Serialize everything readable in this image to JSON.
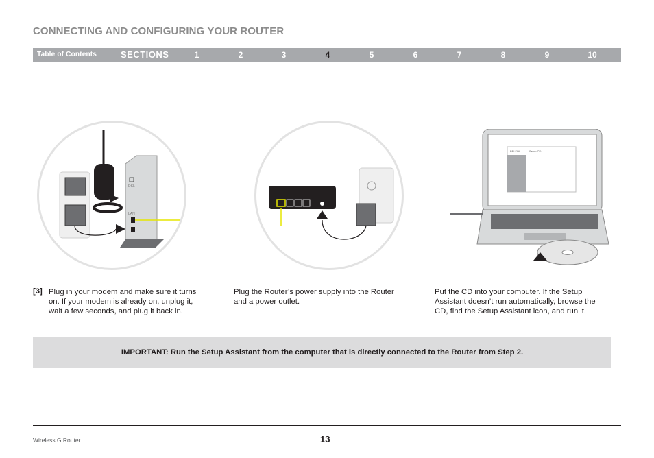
{
  "header": {
    "title": "CONNECTING AND CONFIGURING YOUR ROUTER"
  },
  "nav": {
    "toc_label": "Table of Contents",
    "sections_label": "SECTIONS",
    "numbers": [
      "1",
      "2",
      "3",
      "4",
      "5",
      "6",
      "7",
      "8",
      "9",
      "10"
    ],
    "active": "4"
  },
  "steps": [
    {
      "number": "[3]",
      "text_line1": "Plug in your modem and make sure it turns",
      "text_line2": "on. If your modem is already on, unplug it,",
      "text_line3": "wait a few seconds, and plug it back in."
    },
    {
      "text_line1": "Plug the Router’s power supply into the Router",
      "text_line2": "and a power outlet."
    },
    {
      "text_line1": "Put the CD into your computer. If the Setup",
      "text_line2": "Assistant doesn’t run automatically, browse the",
      "text_line3": "CD, find the Setup Assistant icon, and run it."
    }
  ],
  "illustrations": {
    "router_label_top": "DSL",
    "router_label_bottom": "LAN",
    "screen_brand": "BELKIN",
    "screen_window_title": "Setup CD"
  },
  "important": "IMPORTANT: Run the Setup Assistant from the computer that is directly connected to the Router from Step 2.",
  "footer": {
    "product": "Wireless G Router",
    "page": "13"
  },
  "colors": {
    "title_gray": "#8c8c8c",
    "nav_bar": "#a7a9ac",
    "important_bg": "#dcdcdd",
    "highlight_line": "#e6e600"
  }
}
